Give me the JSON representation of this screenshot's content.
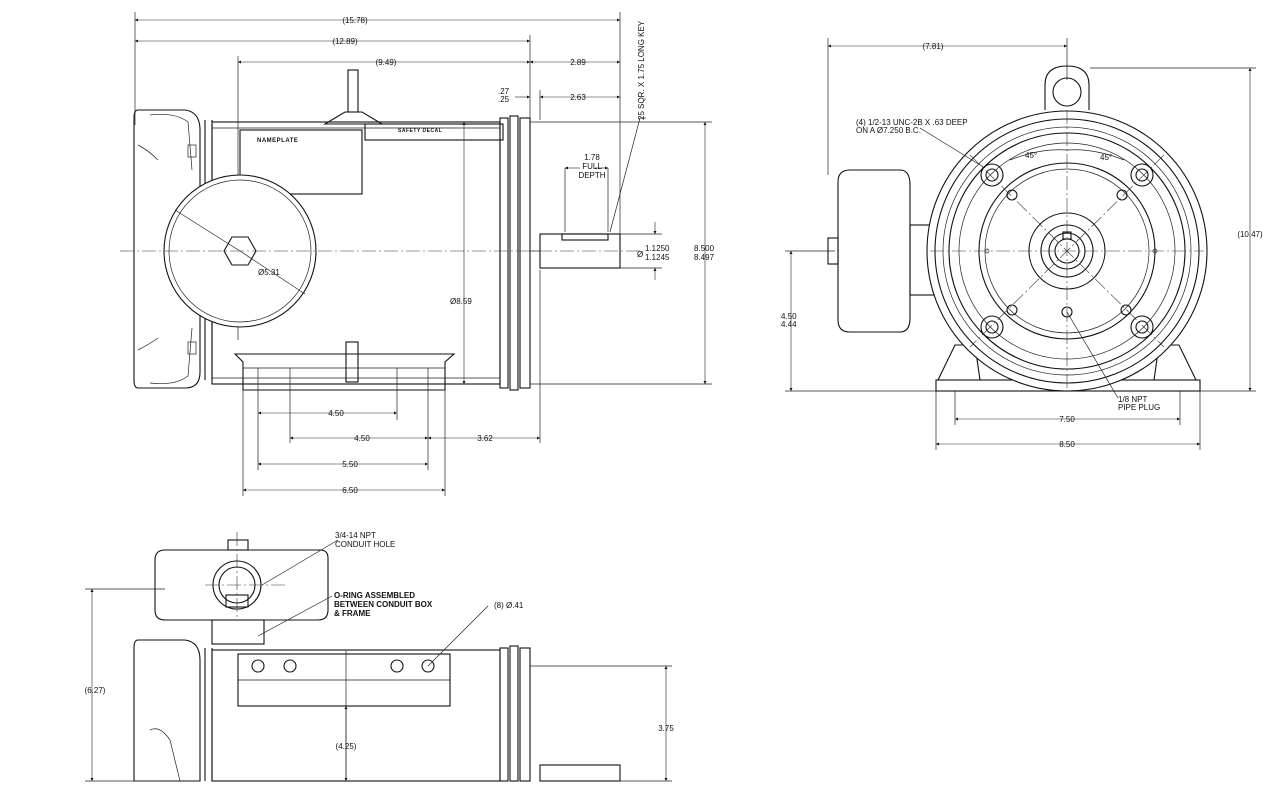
{
  "dimensions": {
    "overall_length": "(15.78)",
    "frame_length": "(12.89)",
    "length_to_mount": "(9.49)",
    "shaft_extension": "2.89",
    "shoulder_upper": ".27",
    "shoulder_lower": ".25",
    "key_length_dim": "2.63",
    "keyway_depth_value": "1.78",
    "keyway_depth_label1": "FULL",
    "keyway_depth_label2": "DEPTH",
    "shaft_diameter_upper": "1.1250",
    "shaft_diameter_lower": "1.1245",
    "diameter_symbol": "Ø",
    "pilot_upper": "8.500",
    "pilot_lower": "8.497",
    "frame_diameter": "Ø8.59",
    "fan_cover_diameter": "Ø5.31",
    "foot_4_50_a": "4.50",
    "foot_4_50_b": "4.50",
    "foot_3_62": "3.62",
    "foot_5_50": "5.50",
    "foot_6_50": "6.50",
    "front_width": "(7.81)",
    "front_height": "(10.47)",
    "shaft_height_upper": "4.50",
    "shaft_height_lower": "4.44",
    "foot_holes_spacing": "7.50",
    "base_width": "8.50",
    "conduit_box_height": "(6.27)",
    "bottom_4_25": "(4.25)",
    "bottom_3_75": "3.75",
    "angle_left": "45°",
    "angle_right": "45°"
  },
  "labels": {
    "key": "25 SQR. X 1.75 LONG KEY",
    "nameplate": "NAMEPLATE",
    "safety_decal": "SAFETY DECAL",
    "tapped_holes_line1": "(4) 1/2-13 UNC-2B X .63 DEEP",
    "tapped_holes_line2": "ON A Ø7.250 B.C.",
    "pipe_plug_line1": "1/8 NPT",
    "pipe_plug_line2": "PIPE PLUG",
    "conduit_hole_line1": "3/4-14 NPT",
    "conduit_hole_line2": "CONDUIT HOLE",
    "oring_line1": "O-RING ASSEMBLED",
    "oring_line2": "BETWEEN CONDUIT BOX",
    "oring_line3": "& FRAME",
    "mounting_holes": "(8) Ø.41"
  }
}
